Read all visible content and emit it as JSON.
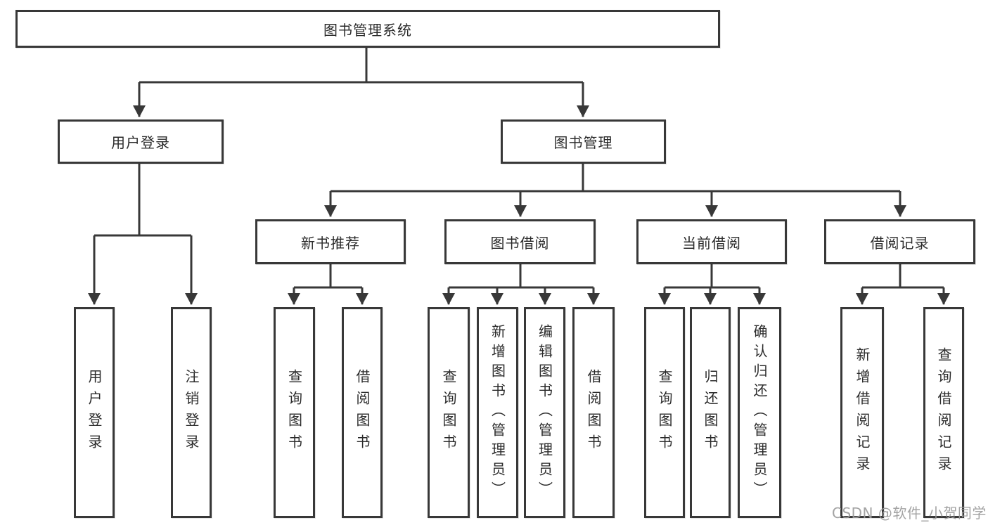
{
  "tree": {
    "root": {
      "label": "图书管理系统"
    },
    "branches": [
      {
        "label": "用户登录",
        "children": [
          {
            "label": "用户登录"
          },
          {
            "label": "注销登录"
          }
        ]
      },
      {
        "label": "图书管理",
        "children": [
          {
            "label": "新书推荐",
            "children": [
              {
                "label": "查询图书"
              },
              {
                "label": "借阅图书"
              }
            ]
          },
          {
            "label": "图书借阅",
            "children": [
              {
                "label": "查询图书"
              },
              {
                "label": "新增图书（管理员）"
              },
              {
                "label": "编辑图书（管理员）"
              },
              {
                "label": "借阅图书"
              }
            ]
          },
          {
            "label": "当前借阅",
            "children": [
              {
                "label": "查询图书"
              },
              {
                "label": "归还图书"
              },
              {
                "label": "确认归还（管理员）"
              }
            ]
          },
          {
            "label": "借阅记录",
            "children": [
              {
                "label": "新增借阅记录"
              },
              {
                "label": "查询借阅记录"
              }
            ]
          }
        ]
      }
    ]
  },
  "watermark": {
    "text": "CSDN @软件_小贺同学"
  },
  "colors": {
    "line": "#383838",
    "box_border": "#383838",
    "box_fill": "#ffffff",
    "text": "#2b2b2b",
    "watermark": "#9c9c9c",
    "bg": "#ffffff"
  }
}
